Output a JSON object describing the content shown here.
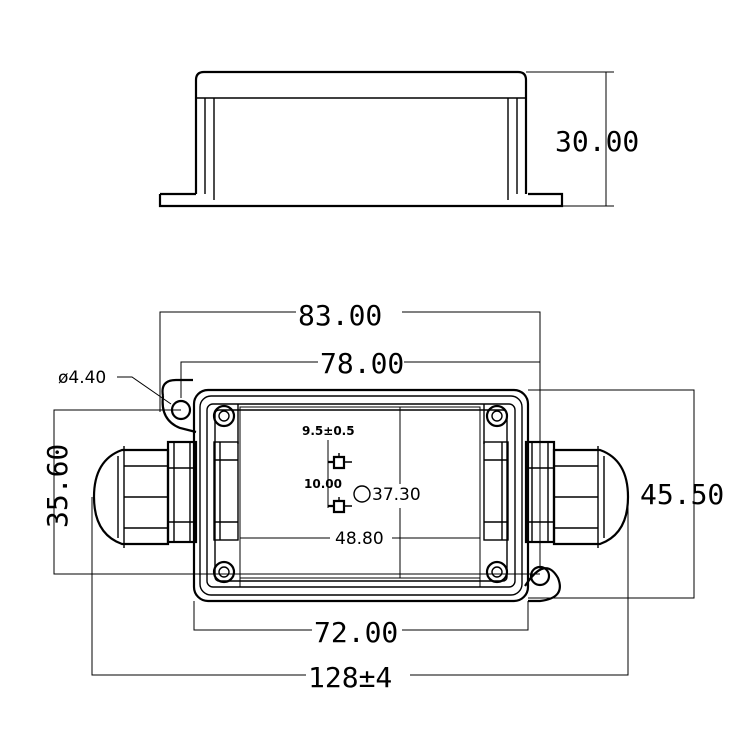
{
  "dimensions": {
    "height_side": "30.00",
    "overall_flange_width": "83.00",
    "hole_spacing_width": "78.00",
    "hole_diameter": "ø4.40",
    "overall_height": "45.50",
    "hole_spacing_height": "35.60",
    "body_width": "72.00",
    "length_with_glands": "128±4",
    "inner_width": "48.80",
    "inner_height": "37.30",
    "terminal_pitch": "9.5±0.5",
    "terminal_gap": "10.00"
  }
}
